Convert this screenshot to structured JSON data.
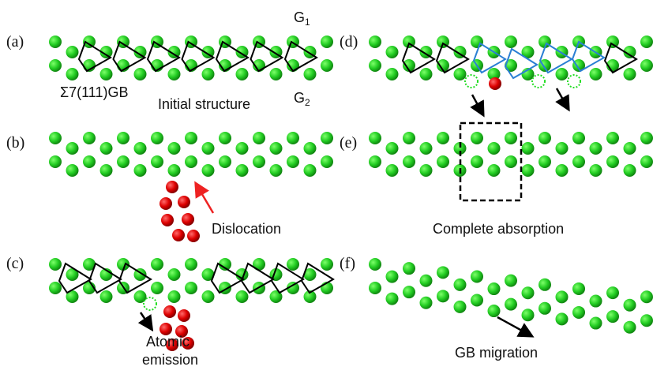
{
  "panels": [
    {
      "label": "(a)",
      "caption": "Initial structure",
      "gb_label": "Σ7(111)GB",
      "grain_top": "G",
      "grain_top_sub": "1",
      "grain_bottom": "G",
      "grain_bottom_sub": "2"
    },
    {
      "label": "(b)",
      "caption": "Dislocation"
    },
    {
      "label": "(c)",
      "caption_line1": "Atomic",
      "caption_line2": "emission"
    },
    {
      "label": "(d)"
    },
    {
      "label": "(e)",
      "caption": "Complete absorption"
    },
    {
      "label": "(f)",
      "caption": "GB migration"
    }
  ],
  "colors": {
    "atom": "#22cc22",
    "dislocation_atom": "#dd0000",
    "kite": "#000000",
    "migrated_kite": "#2a7fd4",
    "arrow_red": "#ee2222"
  }
}
